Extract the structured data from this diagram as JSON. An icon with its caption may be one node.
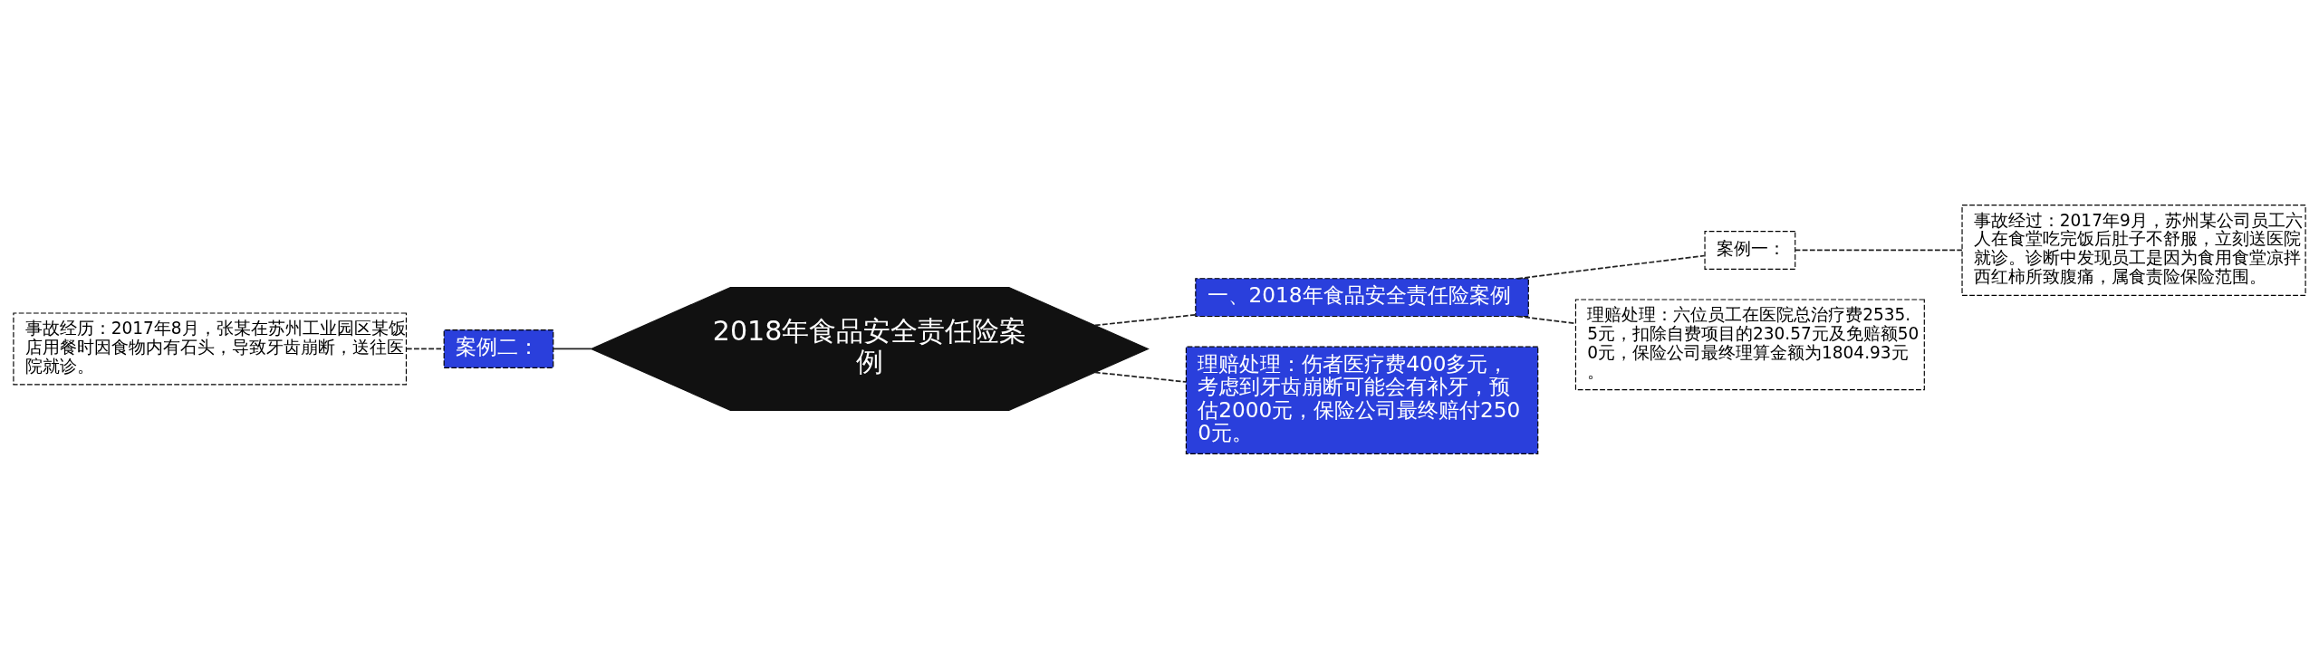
{
  "diagram": {
    "nodes": [
      {
        "text": [
          "2018年食品安全责任险案例"
        ]
      },
      {
        "text": [
          "一、2018年食品安全责任险案例"
        ]
      },
      {
        "text": [
          "案例一："
        ]
      },
      {
        "text": [
          "事故经过：2017年9月，苏州某公司员工六人在食堂吃完饭后肚子不舒服，立刻送医院就诊。诊断中发现员工是因为食用食堂凉拌西红柿所致腹痛，属食责险保险范围。"
        ]
      },
      {
        "text": [
          "理赔处理：六位员工在医院总治疗费2535.5元，扣除自费项目的230.57元及免赔额500元，保险公司最终理算金额为1804.93元。"
        ]
      },
      {
        "text": [
          "理赔处理：伤者医疗费400多元，考虑到牙齿崩断可能会有补牙，预估2000元，保险公司最终赔付2500元。"
        ]
      },
      {
        "text": [
          "案例二："
        ]
      },
      {
        "text": [
          "事故经历：2017年8月，张某在苏州工业园区某饭店用餐时因食物内有石头，导致牙齿崩断，送往医院就诊。"
        ]
      }
    ],
    "edges": [
      {
        "from": 0,
        "to": 1,
        "arrow": "none",
        "style": "dashed"
      },
      {
        "from": 1,
        "to": 2,
        "arrow": "none",
        "style": "dashed"
      },
      {
        "from": 2,
        "to": 3,
        "arrow": "none",
        "style": "dashed"
      },
      {
        "from": 1,
        "to": 4,
        "arrow": "none",
        "style": "dashed"
      },
      {
        "from": 0,
        "to": 5,
        "arrow": "none",
        "style": "dashed"
      },
      {
        "from": 7,
        "to": 6,
        "arrow": "none",
        "style": "dashed"
      },
      {
        "from": 6,
        "to": 0,
        "arrow": "none"
      }
    ]
  }
}
